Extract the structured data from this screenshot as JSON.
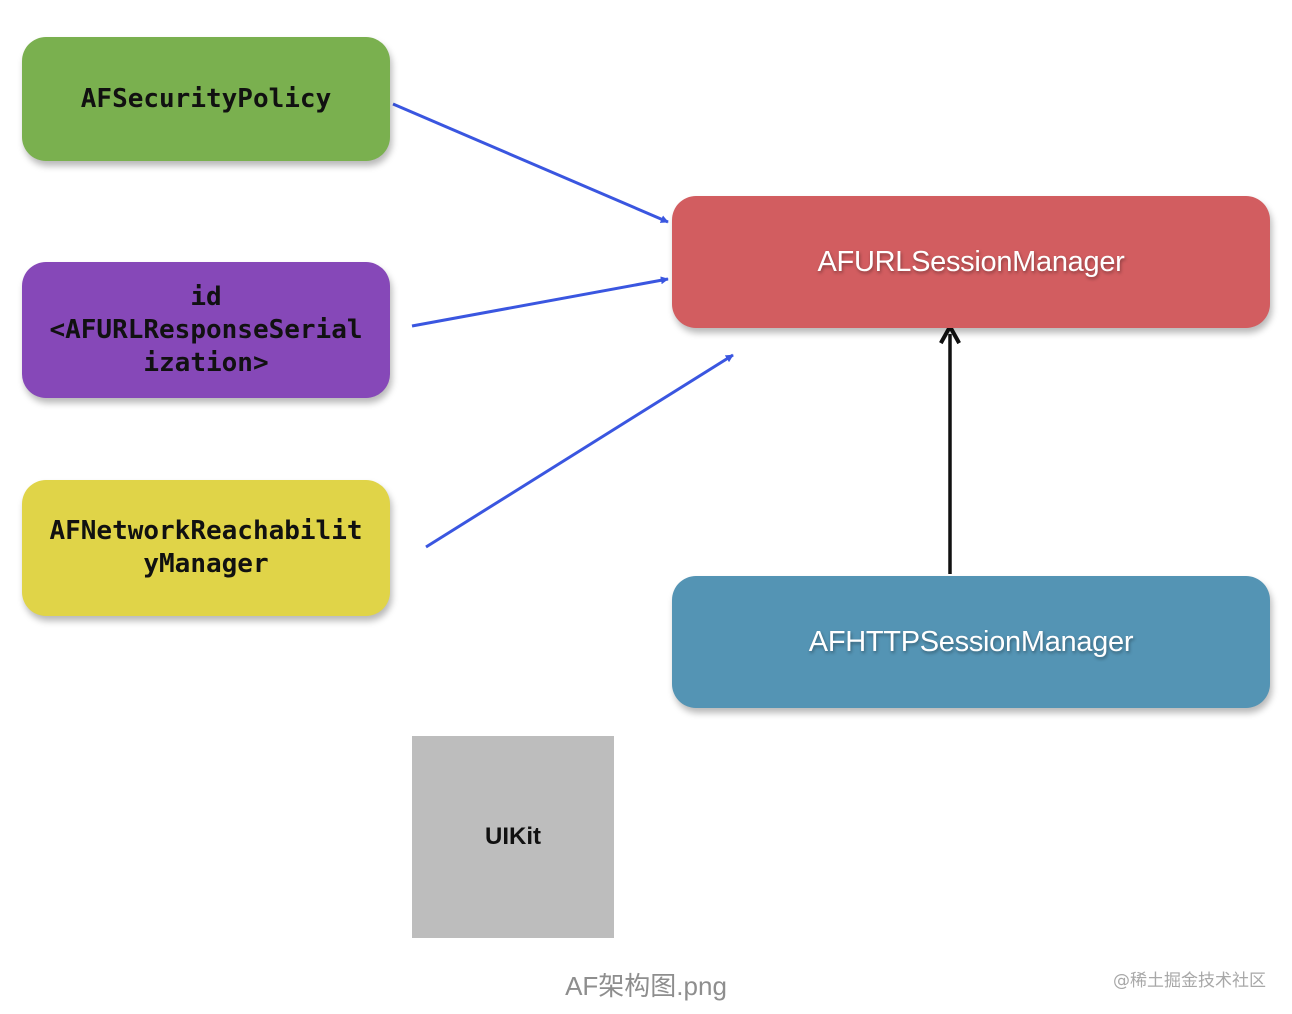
{
  "colors": {
    "security_policy": "#7ab04f",
    "response_serialization": "#8648b8",
    "network_reachability": "#e0d448",
    "url_session_manager": "#d25d60",
    "http_session_manager": "#5494b4",
    "uikit": "#bdbdbd",
    "arrow_blue": "#3a56e0",
    "arrow_black": "#111111"
  },
  "nodes": {
    "security_policy": "AFSecurityPolicy",
    "response_serialization": "id\n<AFURLResponseSerial\nization>",
    "network_reachability": "AFNetworkReachabilit\nyManager",
    "url_session_manager": "AFURLSessionManager",
    "http_session_manager": "AFHTTPSessionManager",
    "uikit": "UIKit"
  },
  "caption": "AF架构图.png",
  "watermark": "@稀土掘金技术社区"
}
